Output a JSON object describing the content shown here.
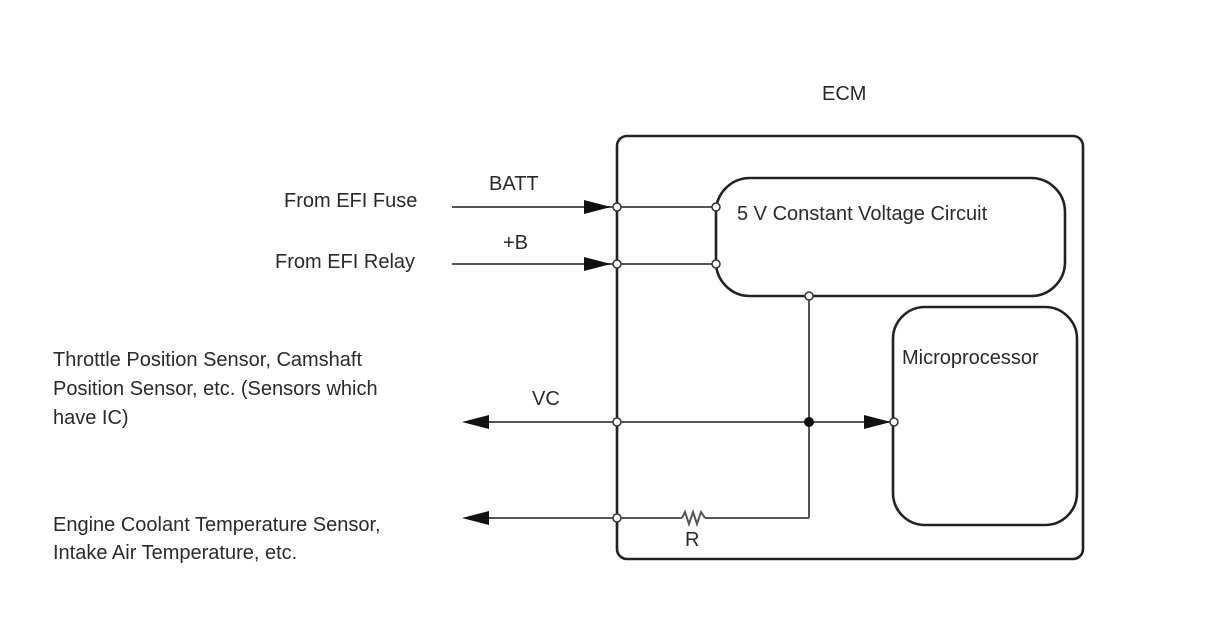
{
  "diagram": {
    "ecm_label": "ECM",
    "blocks": {
      "constant_voltage": "5 V Constant Voltage Circuit",
      "microprocessor": "Microprocessor"
    },
    "inputs": [
      {
        "source": "From EFI Fuse",
        "signal": "BATT"
      },
      {
        "source": "From EFI Relay",
        "signal": "+B"
      }
    ],
    "outputs": [
      {
        "lines": [
          "Throttle Position Sensor, Camshaft",
          "Position Sensor, etc. (Sensors which",
          "have IC)"
        ],
        "signal": "VC"
      },
      {
        "lines": [
          "Engine Coolant Temperature Sensor,",
          "Intake Air Temperature, etc."
        ],
        "signal": ""
      }
    ],
    "resistor_label": "R"
  }
}
